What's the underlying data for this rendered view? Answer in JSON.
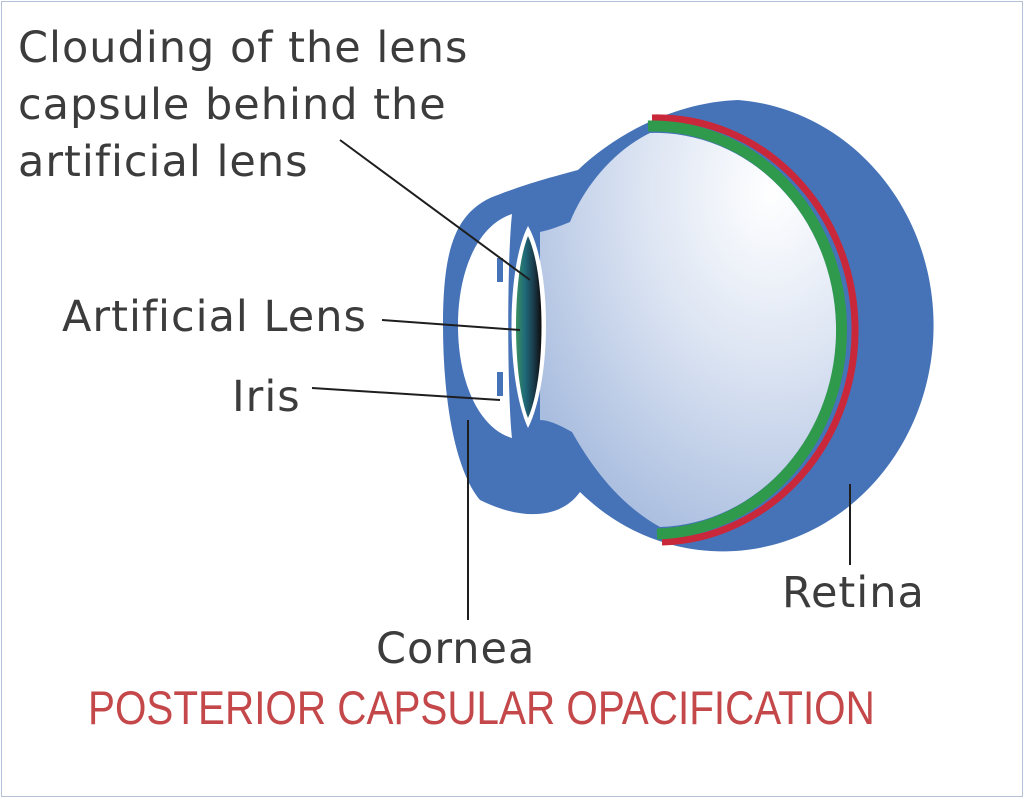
{
  "title": "POSTERIOR CAPSULAR OPACIFICATION",
  "labels": {
    "capsule": "Clouding of the lens capsule behind the artificial lens",
    "artificial_lens": "Artificial Lens",
    "iris": "Iris",
    "cornea": "Cornea",
    "retina": "Retina"
  },
  "colors": {
    "sclera": "#4673b8",
    "retina_green": "#2f9a4c",
    "retina_red": "#c9283a",
    "title": "#c4474a",
    "label": "#3c3c3c",
    "vitreous_light": "#ffffff",
    "vitreous_dark": "#a9bddf"
  }
}
